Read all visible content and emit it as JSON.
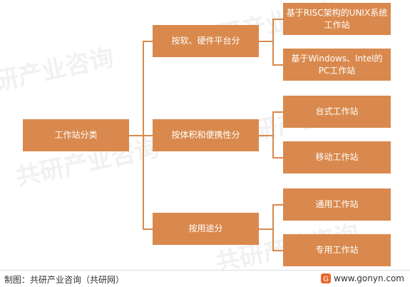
{
  "diagram": {
    "root": "工作站分类",
    "branches": [
      {
        "label": "按软、硬件平台分",
        "children": [
          "基于RISC架构的UNIX系统工作站",
          "基于Windows、Intel的PC工作站"
        ]
      },
      {
        "label": "按体积和便携性分",
        "children": [
          "台式工作站",
          "移动工作站"
        ]
      },
      {
        "label": "按用途分",
        "children": [
          "通用工作站",
          "专用工作站"
        ]
      }
    ]
  },
  "footer": {
    "source": "制图：共研产业咨询（共研网）",
    "website": "www.gonyn.com",
    "logo_icon": "gonyn-logo-icon"
  },
  "colors": {
    "node": "#d9894d",
    "line": "#d9894d",
    "text": "#ffffff"
  }
}
